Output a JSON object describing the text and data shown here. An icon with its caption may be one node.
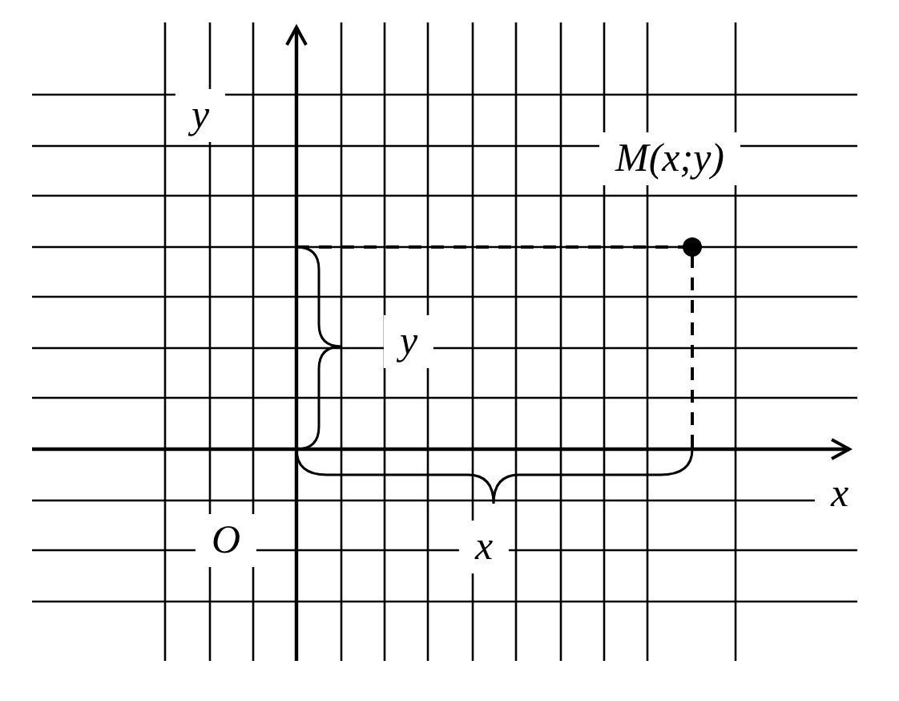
{
  "diagram": {
    "labels": [
      "y",
      "M(x;y)",
      "y",
      "x",
      "O",
      "x"
    ]
  }
}
